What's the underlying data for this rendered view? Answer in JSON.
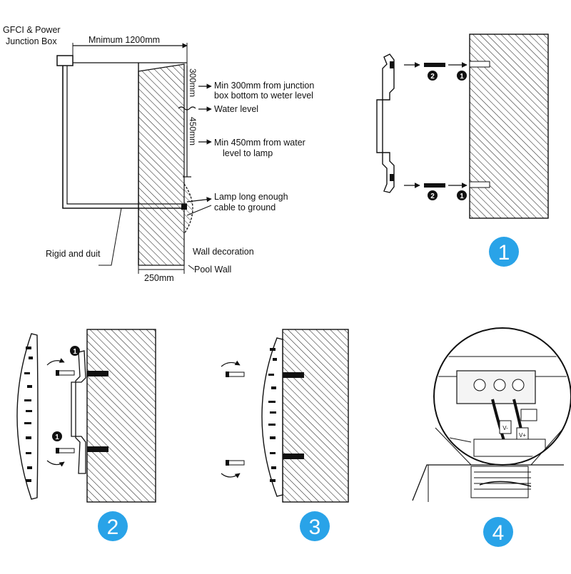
{
  "diagram": {
    "labels": {
      "gfci_line1": "GFCI & Power",
      "gfci_line2": "Junction Box",
      "min_width": "Mnimum 1200mm",
      "dim_300": "300mm",
      "dim_450": "450mm",
      "note_300_line1": "Min 300mm from junction",
      "note_300_line2": "box bottom to weter level",
      "water_level": "Water level",
      "note_450_line1": "Min 450mm from water",
      "note_450_line2": "level to lamp",
      "lamp_line1": "Lamp long enough",
      "lamp_line2": "cable to ground",
      "rigid": "Rigid and duit",
      "wall_decoration": "Wall decoration",
      "pool_wall": "Pool Wall",
      "dim_250": "250mm"
    },
    "steps": [
      "1",
      "2",
      "3",
      "4"
    ],
    "badges": {
      "one": "1",
      "two": "2"
    },
    "terminal_labels": {
      "v_minus": "V-",
      "v_plus": "V+"
    },
    "colors": {
      "step_badge": "#29a3e8",
      "ink": "#111111"
    }
  }
}
